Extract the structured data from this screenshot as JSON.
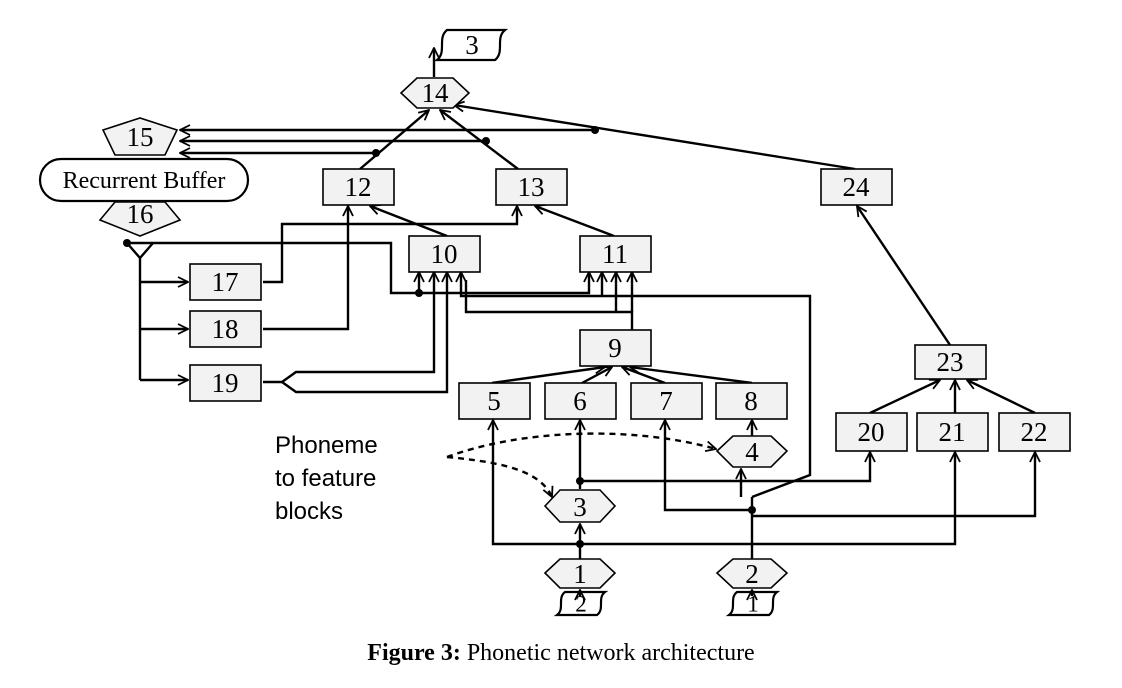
{
  "nodes": {
    "n1": "1",
    "n2": "2",
    "n3": "3",
    "n4": "4",
    "n5": "5",
    "n6": "6",
    "n7": "7",
    "n8": "8",
    "n9": "9",
    "n10": "10",
    "n11": "11",
    "n12": "12",
    "n13": "13",
    "n14": "14",
    "n15": "15",
    "n16": "16",
    "n17": "17",
    "n18": "18",
    "n19": "19",
    "n20": "20",
    "n21": "21",
    "n22": "22",
    "n23": "23",
    "n24": "24"
  },
  "recurrent_buffer": "Recurrent Buffer",
  "io_labels": {
    "output_top": "3",
    "input_left": "2",
    "input_right": "1"
  },
  "annotation": {
    "line1": "Phoneme",
    "line2": "to feature",
    "line3": "blocks"
  },
  "caption": {
    "prefix": "Figure 3:",
    "text": " Phonetic network architecture"
  },
  "colors": {
    "box_fill": "#f2f2f2",
    "line": "#000000",
    "background": "#ffffff"
  }
}
